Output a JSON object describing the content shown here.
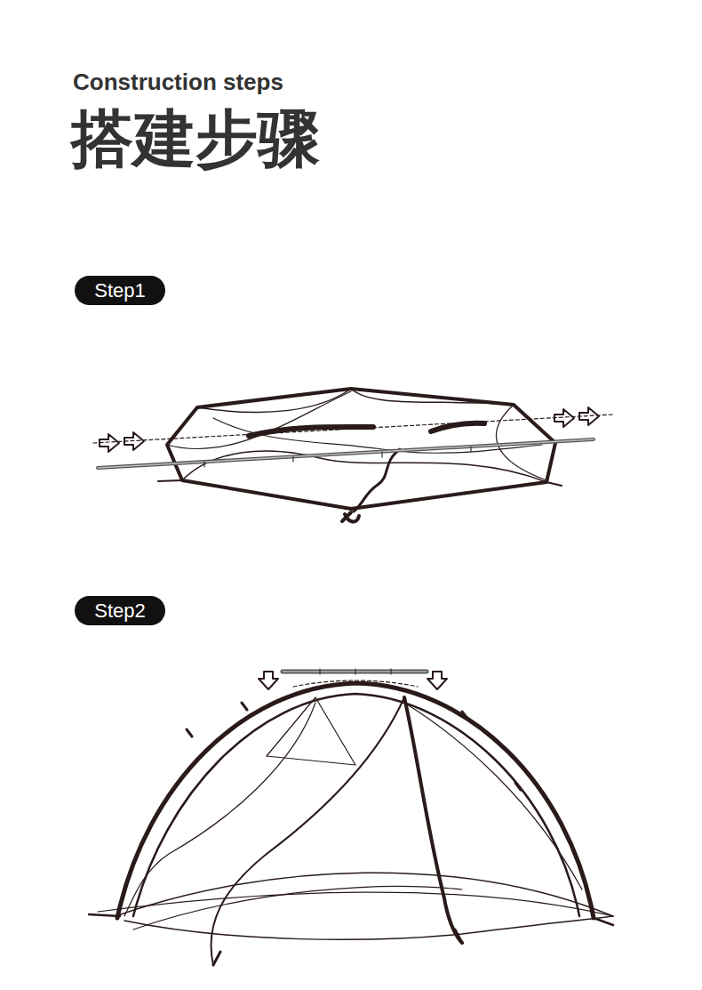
{
  "diagram": {
    "title": "搭建步骤",
    "nodes": [
      {
        "text": [
          "Step1"
        ]
      },
      {
        "text": [
          "Step2"
        ]
      }
    ],
    "edges": [],
    "labels": [
      "Construction steps"
    ]
  }
}
